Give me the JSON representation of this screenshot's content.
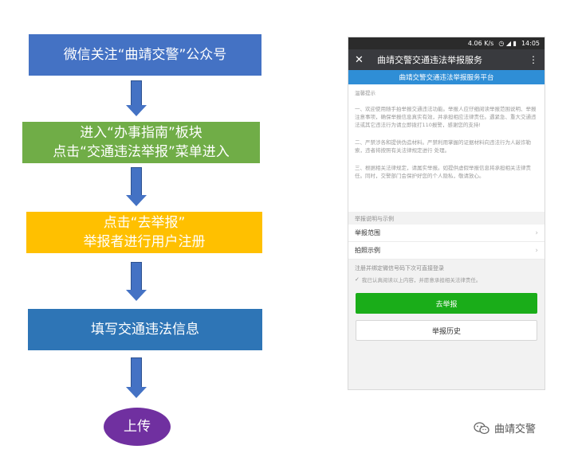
{
  "flow": {
    "step1": "微信关注“曲靖交警”公众号",
    "step2_line1": "进入“办事指南”板块",
    "step2_line2": "点击“交通违法举报”菜单进入",
    "step3_line1": "点击“去举报”",
    "step3_line2": "举报者进行用户注册",
    "step4": "填写交通违法信息",
    "step5": "上传"
  },
  "colors": {
    "step1": "#4472c4",
    "step2": "#70ad47",
    "step3": "#ffc000",
    "step4": "#2e75b6",
    "step5": "#7030a0",
    "arrow": "#4472c4",
    "phone_banner": "#2f8ed6",
    "phone_primary_button": "#1aad19"
  },
  "phone": {
    "status": {
      "speed": "4.06 K/s",
      "signal_icons": "◷ ◢ ▮",
      "time": "14:05"
    },
    "titlebar": {
      "close_glyph": "✕",
      "title": "曲靖交警交通违法举报服务",
      "more_glyph": "⋮"
    },
    "banner": "曲靖交警交通违法举报服务平台",
    "notice": {
      "heading": "温馨提示",
      "p1": "一、欢迎使用随手拍举报交通违法功能。举报人应仔细阅读举报范围说明、举报注意事项，确保举报信息真实有效，并承担相应法律责任。遇紧急、重大交通违法或其它违法行为请立即拨打110报警，感谢您的支持!",
      "p2": "二、严禁涉各和提供伪造材料。严禁利用掌握的证据材料向违法行为人敲诈勒索，违者将按照有关法律规定进行 处理。",
      "p3": "三、根据相关法律规定，请属实举报。如提供虚假举报信息将承担相关法律责任。同时，交警部门会保护好您的个人隐私，敬请放心。"
    },
    "section_title": "举报说明与示例",
    "items": [
      {
        "label": "举报范围",
        "chevron": "›"
      },
      {
        "label": "拍照示例",
        "chevron": "›"
      }
    ],
    "note": "注册并绑定微信号码下次可直接登录",
    "agree": {
      "check": "✓",
      "text": "我已认真阅读以上内容，并愿意承担相关法律责任。"
    },
    "buttons": {
      "report": "去举报",
      "history": "举报历史"
    }
  },
  "watermark": {
    "icon": "wechat-icon",
    "text": "曲靖交警"
  }
}
